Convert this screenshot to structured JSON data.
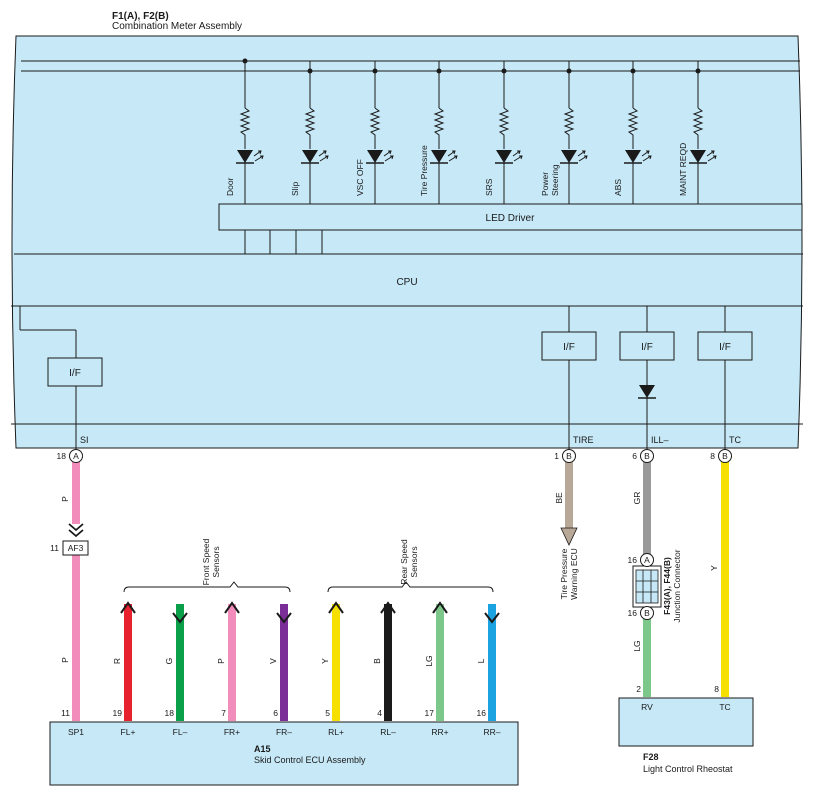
{
  "meter": {
    "id": "F1(A), F2(B)",
    "name": "Combination Meter Assembly",
    "leds": [
      {
        "label": "Door"
      },
      {
        "label": "Slip"
      },
      {
        "label": "VSC OFF"
      },
      {
        "label": "Tire Pressure"
      },
      {
        "label": "SRS"
      },
      {
        "label": "Power",
        "label2": "Steering"
      },
      {
        "label": "ABS"
      },
      {
        "label": "MAINT REQD"
      }
    ],
    "led_driver": "LED Driver",
    "cpu": "CPU",
    "interfaces": [
      "I/F",
      "I/F",
      "I/F",
      "I/F"
    ],
    "terminals": [
      {
        "name": "SI",
        "pin": "18",
        "connector": "A"
      },
      {
        "name": "TIRE",
        "pin": "1",
        "connector": "B"
      },
      {
        "name": "ILL–",
        "pin": "6",
        "connector": "B"
      },
      {
        "name": "TC",
        "pin": "8",
        "connector": "B"
      }
    ]
  },
  "wires": {
    "si_upper": "P",
    "si_lower": "P",
    "tire": "BE",
    "ill_upper": "GR",
    "ill_lower": "LG",
    "tc": "Y"
  },
  "af3": {
    "pin": "11",
    "label": "AF3"
  },
  "tire_ecu": {
    "line1": "Tire Pressure",
    "line2": "Warning ECU"
  },
  "junction": {
    "id": "F43(A), F44(B)",
    "name": "Junction Connector",
    "top_pin": "16",
    "top_conn": "A",
    "bottom_pin": "16",
    "bottom_conn": "B"
  },
  "front_group": {
    "line1": "Front Speed",
    "line2": "Sensors"
  },
  "rear_group": {
    "line1": "Rear Speed",
    "line2": "Sensors"
  },
  "sensors": [
    {
      "wire": "R",
      "pin": "19",
      "term": "FL+",
      "color": "#e8212e",
      "dir": "up"
    },
    {
      "wire": "G",
      "pin": "18",
      "term": "FL–",
      "color": "#0aa04a",
      "dir": "down"
    },
    {
      "wire": "P",
      "pin": "7",
      "term": "FR+",
      "color": "#f28cba",
      "dir": "up"
    },
    {
      "wire": "V",
      "pin": "6",
      "term": "FR–",
      "color": "#7b2e98",
      "dir": "down"
    },
    {
      "wire": "Y",
      "pin": "5",
      "term": "RL+",
      "color": "#f6e000",
      "dir": "up"
    },
    {
      "wire": "B",
      "pin": "4",
      "term": "RL–",
      "color": "#1a1a1a",
      "dir": "up"
    },
    {
      "wire": "LG",
      "pin": "17",
      "term": "RR+",
      "color": "#7cc88a",
      "dir": "up"
    },
    {
      "wire": "L",
      "pin": "16",
      "term": "RR–",
      "color": "#1aa3e0",
      "dir": "down"
    }
  ],
  "skid_ecu": {
    "id": "A15",
    "name": "Skid Control ECU Assembly",
    "sp1_pin": "11",
    "sp1_term": "SP1"
  },
  "rheostat": {
    "id": "F28",
    "name": "Light Control Rheostat",
    "terminals": [
      {
        "pin": "2",
        "term": "RV"
      },
      {
        "pin": "8",
        "term": "TC"
      }
    ]
  },
  "colors": {
    "box_fill": "#c6e8f7",
    "pink": "#f28cba",
    "beige": "#b8a898",
    "gray": "#9a9a9a",
    "light_green": "#7cc88a",
    "yellow": "#f6e000"
  }
}
